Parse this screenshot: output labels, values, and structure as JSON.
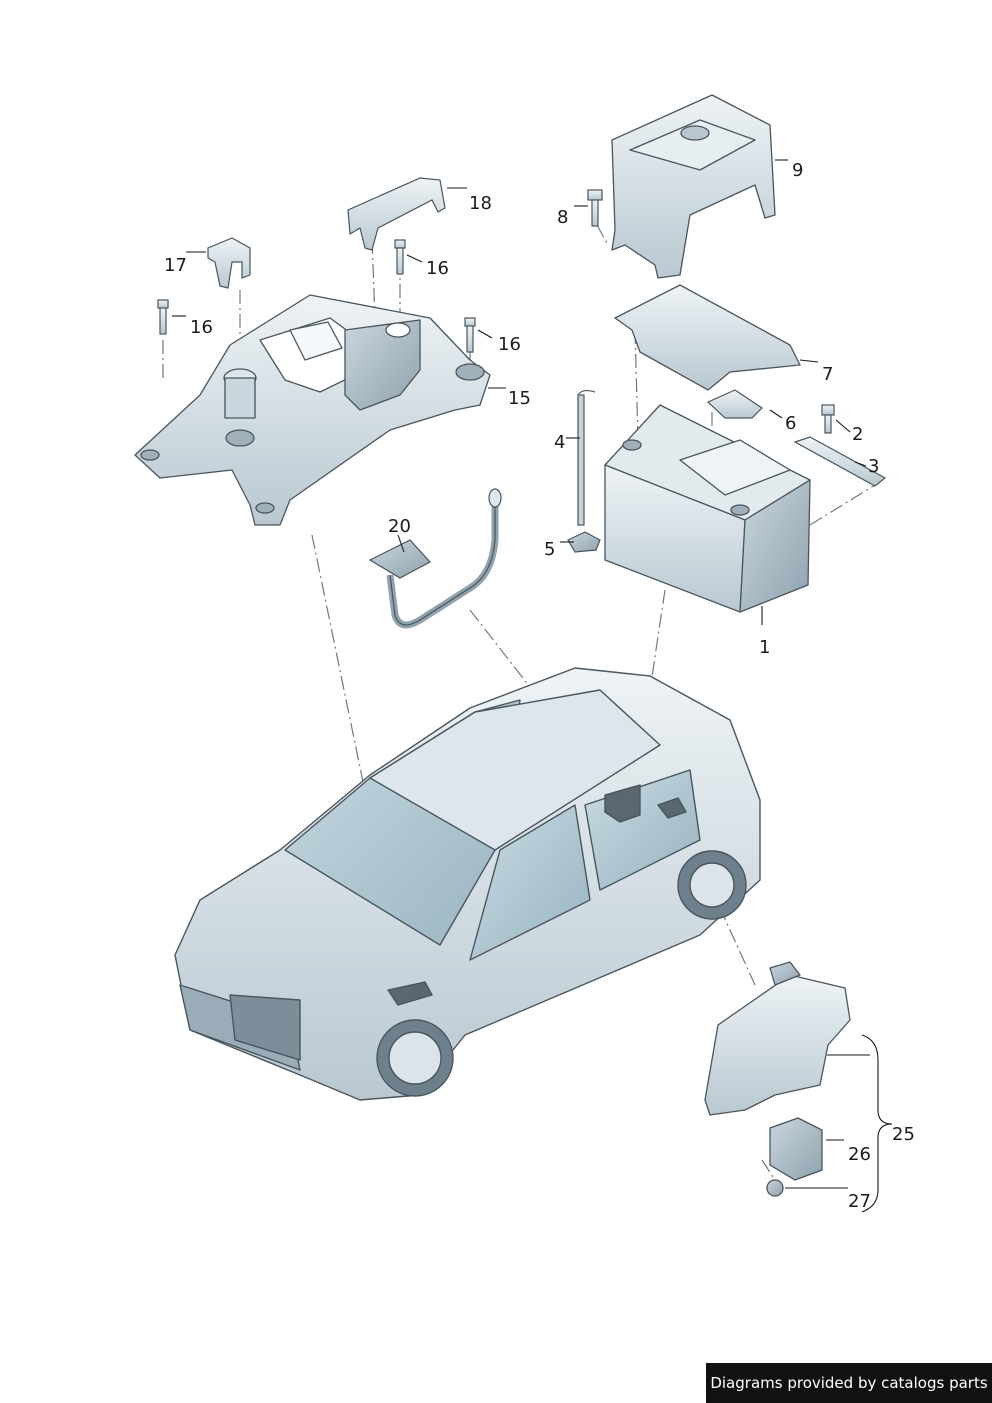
{
  "callouts": {
    "c1": "1",
    "c2": "2",
    "c3": "3",
    "c4": "4",
    "c5": "5",
    "c6": "6",
    "c7": "7",
    "c8": "8",
    "c9": "9",
    "c15": "15",
    "c16a": "16",
    "c16b": "16",
    "c16c": "16",
    "c17": "17",
    "c18": "18",
    "c20": "20",
    "c25": "25",
    "c26": "26",
    "c27": "27"
  },
  "footer": {
    "text": "Diagrams provided by catalogs parts"
  },
  "colors": {
    "part_fill": "#d8e2e8",
    "part_dark": "#aab9c3",
    "line": "#5b6770",
    "accent_window": "#b8cbd4"
  }
}
